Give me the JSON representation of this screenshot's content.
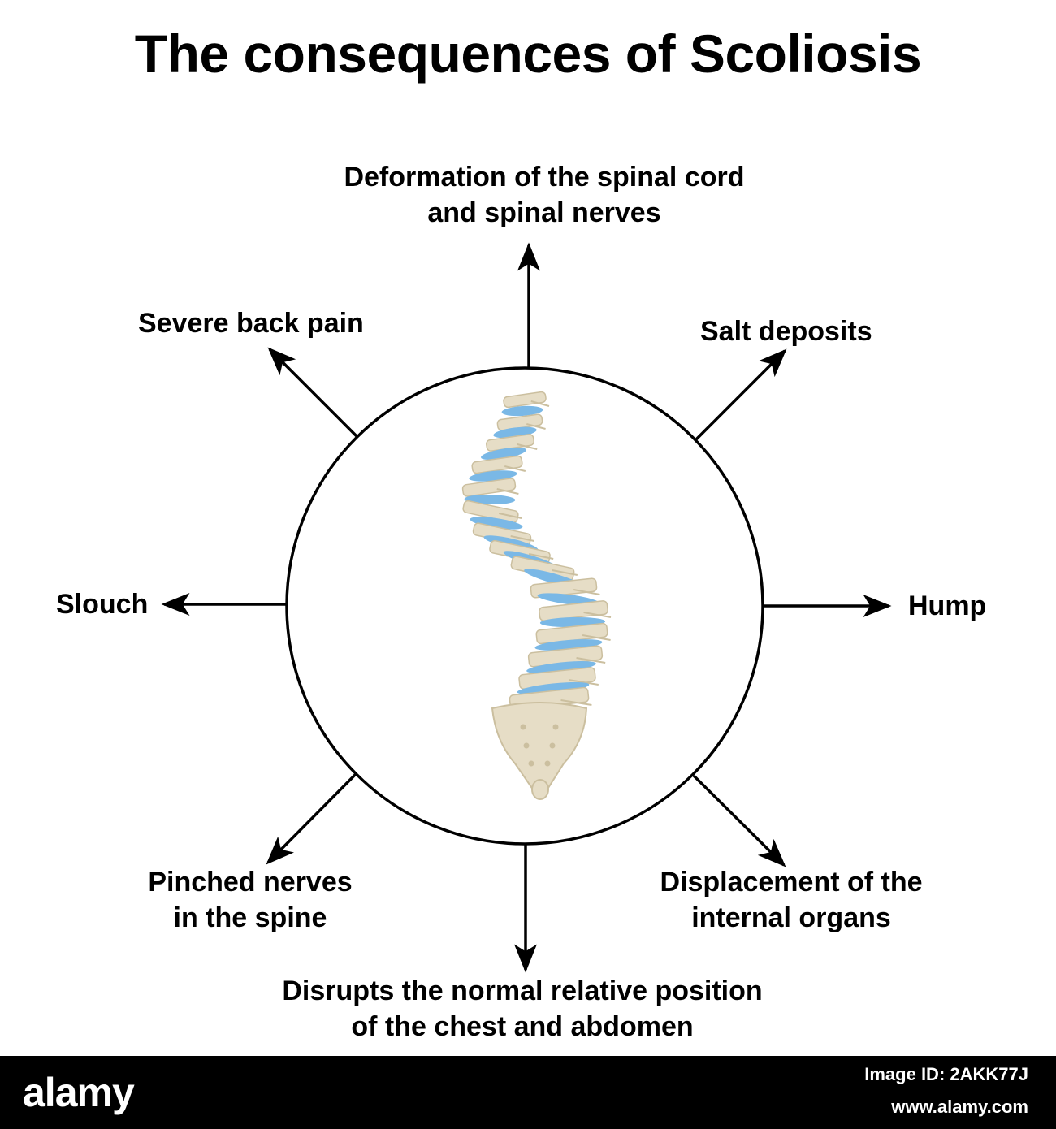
{
  "title": "The consequences of Scoliosis",
  "labels": {
    "top": [
      "Deformation of the spinal cord",
      "and spinal nerves"
    ],
    "top_left": [
      "Severe back pain"
    ],
    "top_right": [
      "Salt deposits"
    ],
    "left": [
      "Slouch"
    ],
    "right": [
      "Hump"
    ],
    "bottom_left": [
      "Pinched nerves",
      "in the spine"
    ],
    "bottom_right": [
      "Displacement of the",
      "internal organs"
    ],
    "bottom": [
      "Disrupts the normal relative position",
      "of the chest and abdomen"
    ]
  },
  "colors": {
    "bone": "#e6ddc6",
    "bone_shade": "#cbbf9f",
    "disc": "#7ab8e6",
    "line": "#000000",
    "footer_bg": "#000000",
    "footer_text": "#ffffff"
  },
  "footer": {
    "brand": "alamy",
    "image_id": "Image ID: 2AKK77J",
    "url": "www.alamy.com"
  }
}
